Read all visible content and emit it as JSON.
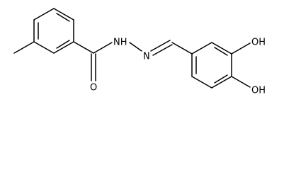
{
  "molecule": {
    "labels": {
      "nh": "NH",
      "n": "N",
      "o": "O",
      "oh_top": "OH",
      "oh_bottom": "OH"
    },
    "colors": {
      "bond": "#000000",
      "text": "#000000",
      "background": "#ffffff"
    }
  }
}
